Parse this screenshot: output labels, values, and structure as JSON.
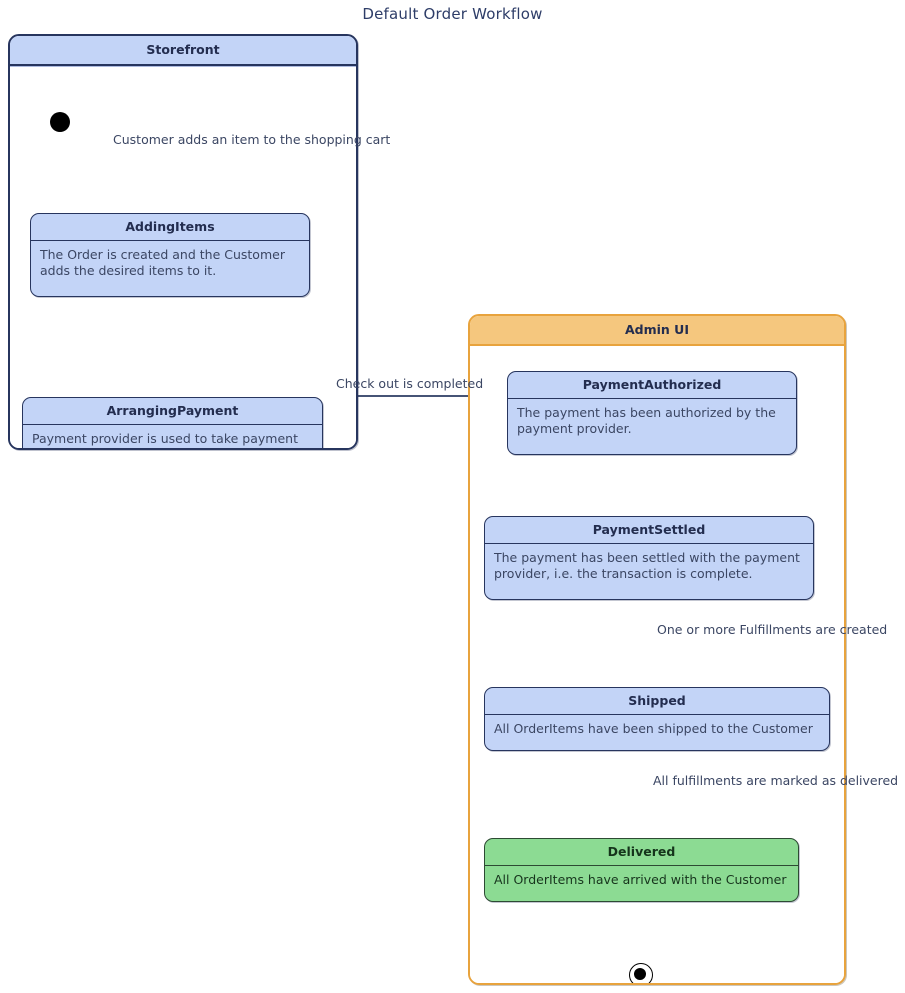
{
  "diagram": {
    "title": "Default Order Workflow",
    "type": "uml-state-machine",
    "colors": {
      "state_fill": "#c3d4f7",
      "state_border": "#27355e",
      "final_state_fill": "#8cdb93",
      "storefront_header_fill": "#c3d4f7",
      "storefront_border": "#27355e",
      "adminui_header_fill": "#f5c77e",
      "adminui_border": "#e8a33d",
      "edge_stroke": "#2c3b63",
      "text": "#3b4663",
      "title_text": "#2e3d68"
    }
  },
  "containers": {
    "storefront": {
      "title": "Storefront"
    },
    "admin_ui": {
      "title": "Admin UI"
    }
  },
  "states": {
    "adding_items": {
      "name": "AddingItems",
      "description": "The Order is created and the Customer adds the desired items to it."
    },
    "arranging_payment": {
      "name": "ArrangingPayment",
      "description": "Payment provider is used to take payment"
    },
    "payment_authorized": {
      "name": "PaymentAuthorized",
      "description": "The payment has been authorized by the payment provider."
    },
    "payment_settled": {
      "name": "PaymentSettled",
      "description": "The payment has been settled with the payment provider, i.e. the transaction is complete."
    },
    "shipped": {
      "name": "Shipped",
      "description": "All OrderItems have been shipped to the Customer"
    },
    "delivered": {
      "name": "Delivered",
      "description": "All OrderItems have arrived with the Customer"
    }
  },
  "transitions": {
    "start_to_adding_items": {
      "label": "Customer adds an item to the shopping cart"
    },
    "adding_items_to_arranging_payment": {
      "label": ""
    },
    "arranging_payment_to_payment_authorized": {
      "label": "Check out is completed"
    },
    "payment_authorized_to_payment_settled": {
      "label": ""
    },
    "payment_settled_to_shipped": {
      "label": "One or more Fulfillments are created"
    },
    "shipped_to_delivered": {
      "label": "All fulfillments are marked as delivered"
    },
    "delivered_to_end": {
      "label": ""
    }
  }
}
